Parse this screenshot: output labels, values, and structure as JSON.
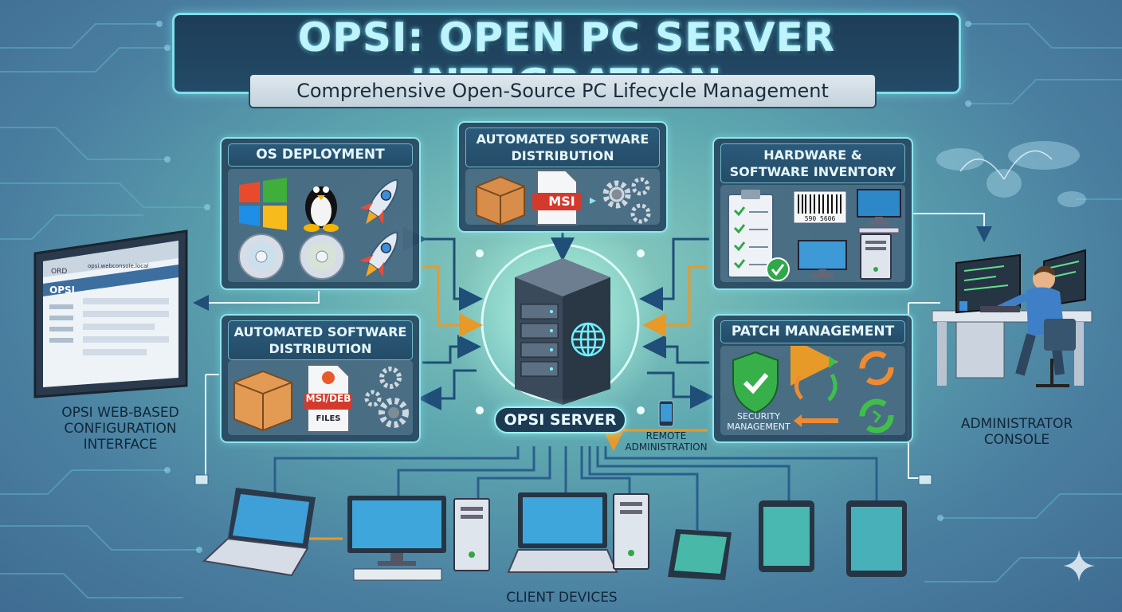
{
  "title": "OPSI: OPEN PC SERVER INTEGRATION",
  "subtitle": "Comprehensive Open-Source PC Lifecycle Management",
  "panels": {
    "os_deployment": {
      "title": "OS DEPLOYMENT"
    },
    "software_distribution_top": {
      "title": "AUTOMATED SOFTWARE DISTRIBUTION",
      "file_label": "MSI"
    },
    "inventory": {
      "title": "HARDWARE & SOFTWARE INVENTORY",
      "barcode_number": "590 5606"
    },
    "software_distribution_left": {
      "title": "AUTOMATED SOFTWARE DISTRIBUTION",
      "file_label": "MSI/DEB",
      "file_sub": "FILES"
    },
    "patch_management": {
      "title": "PATCH MANAGEMENT",
      "security_label": "SECURITY MANAGEMENT"
    }
  },
  "server": {
    "label": "OPSI SERVER"
  },
  "remote": {
    "label": "REMOTE ADMINISTRATION"
  },
  "web_interface": {
    "label": "OPSI WEB-BASED CONFIGURATION INTERFACE",
    "tab_label": "OPSI",
    "window_tag": "ORD",
    "url_text": "opsi.webconsole.local"
  },
  "admin": {
    "label": "ADMINISTRATOR CONSOLE"
  },
  "clients": {
    "label": "CLIENT DEVICES"
  },
  "colors": {
    "panel_border": "#8fe6ee",
    "accent_orange": "#f0a030",
    "line_blue": "#2a5f8c"
  },
  "icons": [
    "windows-logo-icon",
    "linux-tux-icon",
    "rocket-icon",
    "cd-disc-icon",
    "package-box-icon",
    "gear-icon",
    "msi-file-icon",
    "checklist-clipboard-icon",
    "barcode-icon",
    "monitor-icon",
    "tower-pc-icon",
    "shield-check-icon",
    "sync-arrows-icon",
    "server-rack-icon",
    "globe-icon",
    "smartphone-icon",
    "laptop-icon",
    "tablet-icon",
    "world-map-icon",
    "sparkle-icon"
  ]
}
